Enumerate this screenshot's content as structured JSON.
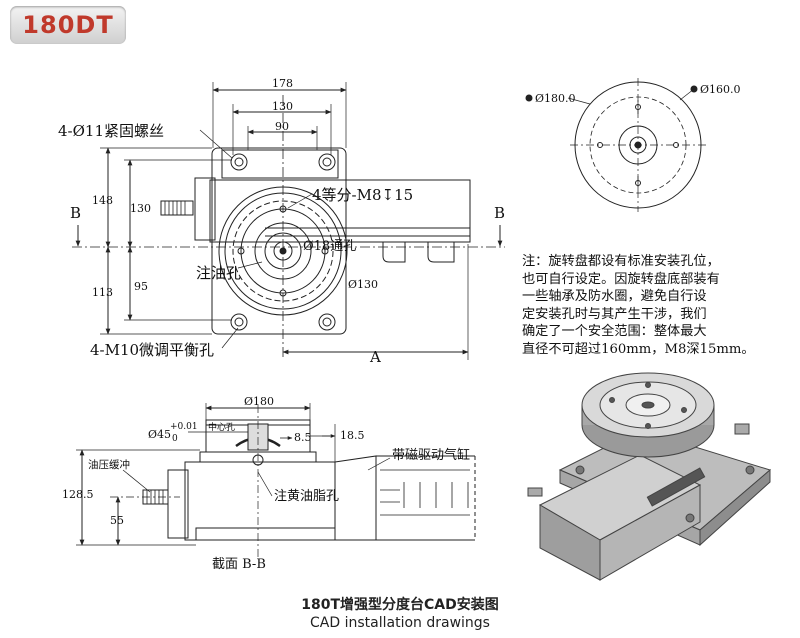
{
  "model_badge": "180DT",
  "top_view": {
    "dim_178": "178",
    "dim_130": "130",
    "dim_90": "90",
    "dim_148": "148",
    "dim_130_v": "130",
    "dim_113": "113",
    "dim_95": "95",
    "label_holes_11": "4-Ø11紧固螺丝",
    "label_m8": "4等分-M8↧15",
    "label_d18": "Ø18通孔",
    "label_oil": "注油孔",
    "label_d130": "Ø130",
    "label_m10": "4-M10微调平衡孔",
    "label_a": "A",
    "label_b_left": "B",
    "label_b_right": "B"
  },
  "plate_view": {
    "label_180": "Ø180.0",
    "label_160": "Ø160.0"
  },
  "note_lines": [
    "注：旋转盘都设有标准安装孔位，",
    "也可自行设定。因旋转盘底部装有",
    "一些轴承及防水圈，避免自行设",
    "定安装孔时与其产生干涉，我们",
    "确定了一个安全范围：整体最大",
    "直径不可超过160mm，M8深15mm。"
  ],
  "section_view": {
    "dim_45": "Ø45",
    "tol_plus": "+0.01",
    "tol_zero": "0",
    "dim_180": "Ø180",
    "label_center": "中心孔",
    "dim_85": "8.5",
    "dim_185": "18.5",
    "label_magnet": "带磁驱动气缸",
    "label_buffer": "油压缓冲",
    "dim_1285": "128.5",
    "dim_55": "55",
    "label_grease": "注黄油脂孔",
    "label_section": "截面 B-B"
  },
  "caption": {
    "line1": "180T增强型分度台CAD安装图",
    "line2": "CAD installation drawings"
  }
}
